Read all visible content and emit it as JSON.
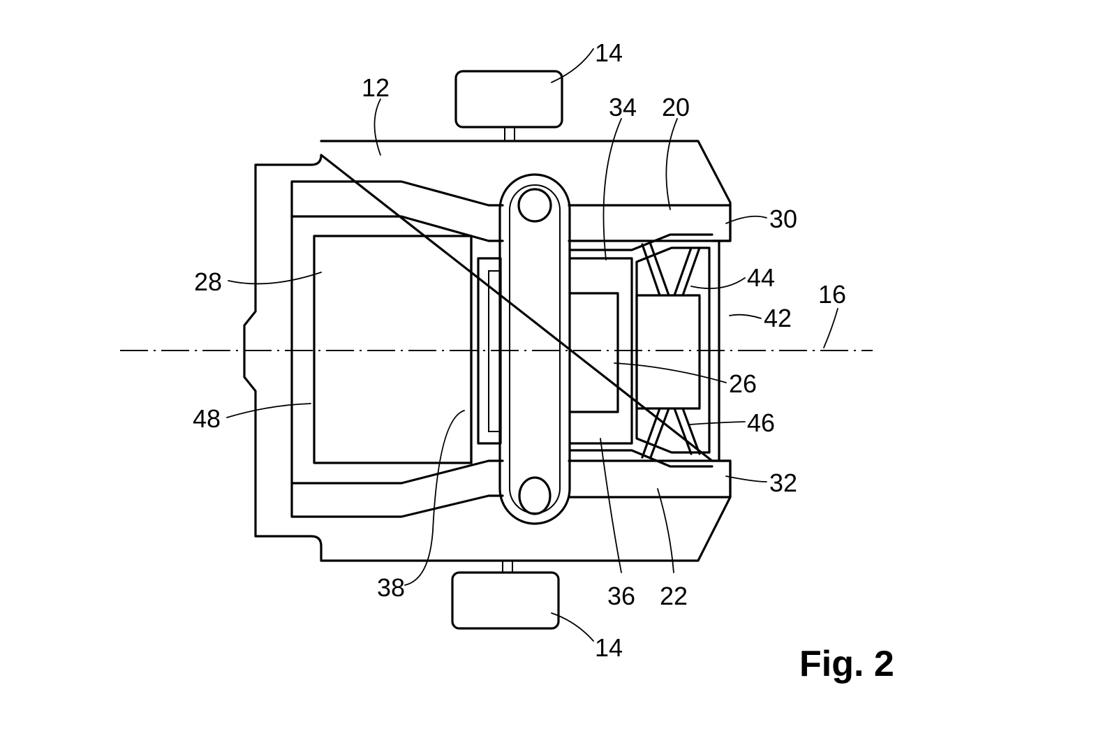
{
  "figure": {
    "title": "Fig. 2",
    "type": "patent line drawing",
    "reference_labels": [
      {
        "id": "ref-14-top",
        "text": "14"
      },
      {
        "id": "ref-12",
        "text": "12"
      },
      {
        "id": "ref-34",
        "text": "34"
      },
      {
        "id": "ref-20",
        "text": "20"
      },
      {
        "id": "ref-30",
        "text": "30"
      },
      {
        "id": "ref-28",
        "text": "28"
      },
      {
        "id": "ref-44",
        "text": "44"
      },
      {
        "id": "ref-16",
        "text": "16"
      },
      {
        "id": "ref-42",
        "text": "42"
      },
      {
        "id": "ref-26",
        "text": "26"
      },
      {
        "id": "ref-48",
        "text": "48"
      },
      {
        "id": "ref-46",
        "text": "46"
      },
      {
        "id": "ref-32",
        "text": "32"
      },
      {
        "id": "ref-38",
        "text": "38"
      },
      {
        "id": "ref-36",
        "text": "36"
      },
      {
        "id": "ref-22",
        "text": "22"
      },
      {
        "id": "ref-14-bottom",
        "text": "14"
      }
    ]
  }
}
